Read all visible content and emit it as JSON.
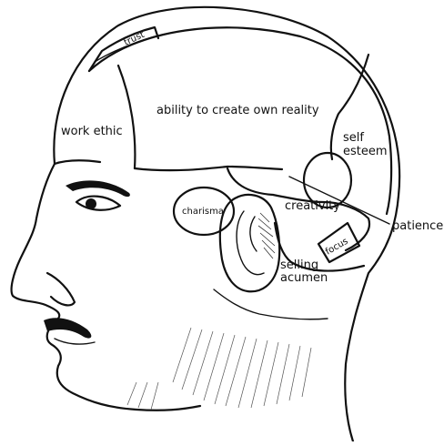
{
  "labels": {
    "trust": "trust",
    "ability": "ability to create own reality",
    "work_ethic": "work ethic",
    "self": "self",
    "esteem": "esteem",
    "charisma": "charisma",
    "creativity": "creativity",
    "patience": "patience",
    "focus": "focus",
    "selling": "selling",
    "acumen": "acumen"
  },
  "colors": {
    "ink": "#111111",
    "paper": "#ffffff"
  }
}
